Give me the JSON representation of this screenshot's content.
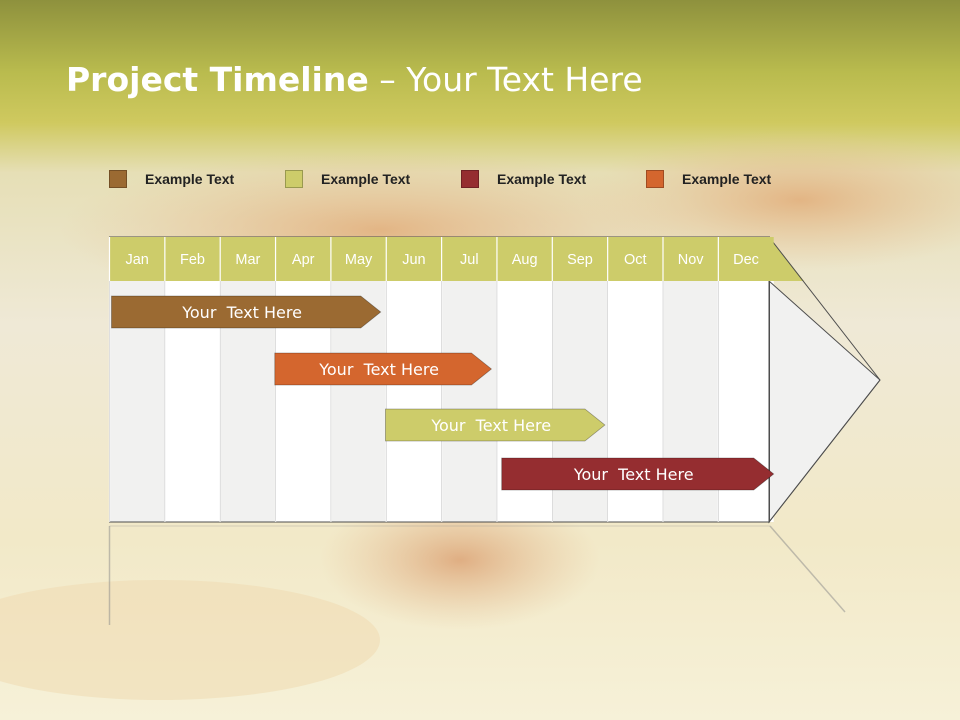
{
  "title": {
    "bold": "Project Timeline",
    "rest": " – Your Text Here"
  },
  "legend": [
    {
      "label": "Example Text",
      "color": "#9b6a32"
    },
    {
      "label": "Example Text",
      "color": "#cdcc6a"
    },
    {
      "label": "Example Text",
      "color": "#952d30"
    },
    {
      "label": "Example Text",
      "color": "#d4662e"
    }
  ],
  "months": [
    "Jan",
    "Feb",
    "Mar",
    "Apr",
    "May",
    "Jun",
    "Jul",
    "Aug",
    "Sep",
    "Oct",
    "Nov",
    "Dec"
  ],
  "tasks": [
    {
      "label": "Your  Text Here",
      "color": "#9b6a32",
      "start": 1,
      "end": 4.9
    },
    {
      "label": "Your  Text Here",
      "color": "#d4662e",
      "start": 3.95,
      "end": 6.9
    },
    {
      "label": "Your  Text Here",
      "color": "#cdcc6a",
      "start": 5.95,
      "end": 8.95
    },
    {
      "label": "Your  Text Here",
      "color": "#952d30",
      "start": 8.05,
      "end": 12
    }
  ],
  "colors": {
    "header": "#cdcc6a",
    "band": "#cdcc6a"
  }
}
